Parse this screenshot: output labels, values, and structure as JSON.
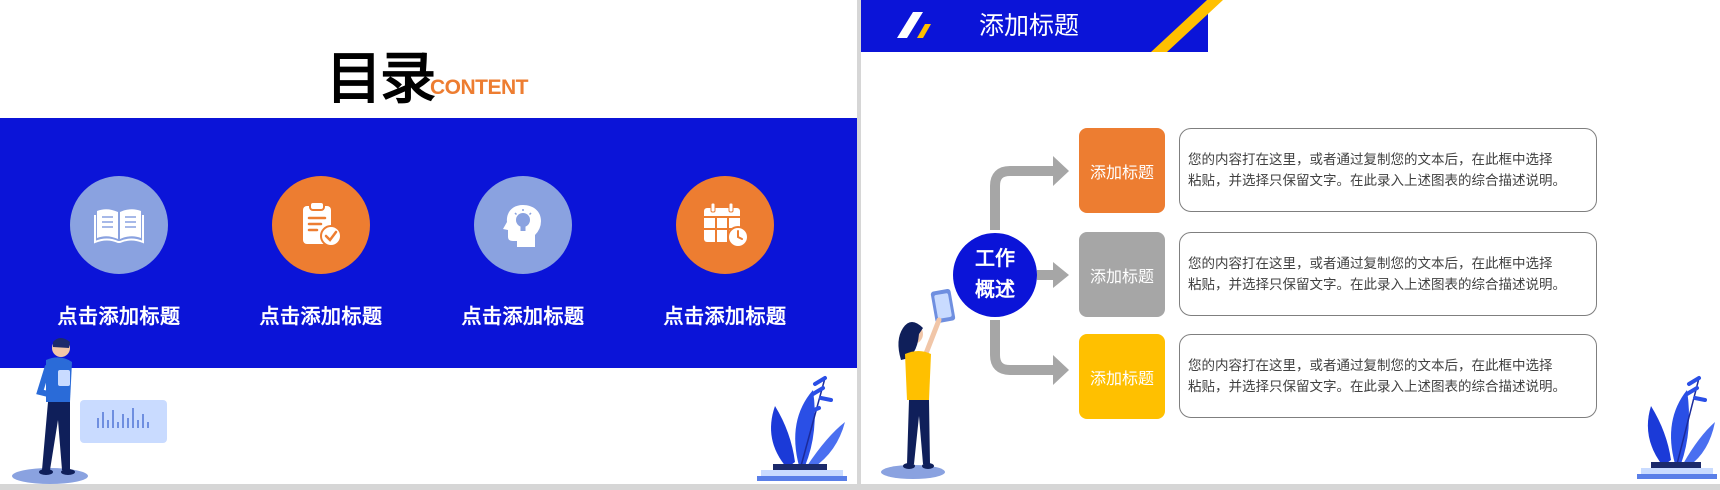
{
  "left_slide": {
    "title": "目录",
    "title_en": "CONTENT",
    "items": [
      {
        "label": "点击添加标题",
        "icon": "book-icon",
        "color": "#8aa2e0"
      },
      {
        "label": "点击添加标题",
        "icon": "clipboard-check-icon",
        "color": "#ed7d31"
      },
      {
        "label": "点击添加标题",
        "icon": "head-idea-icon",
        "color": "#8aa2e0"
      },
      {
        "label": "点击添加标题",
        "icon": "calendar-clock-icon",
        "color": "#ed7d31"
      }
    ]
  },
  "right_slide": {
    "header_title": "添加标题",
    "center_label_line1": "工作",
    "center_label_line2": "概述",
    "rows": [
      {
        "tag": "添加标题",
        "tag_color": "#ed7d31",
        "line1": "您的内容打在这里，或者通过复制您的文本后，在此框中选择",
        "line2": "粘贴，并选择只保留文字。在此录入上述图表的综合描述说明。"
      },
      {
        "tag": "添加标题",
        "tag_color": "#a6a6a6",
        "line1": "您的内容打在这里，或者通过复制您的文本后，在此框中选择",
        "line2": "粘贴，并选择只保留文字。在此录入上述图表的综合描述说明。"
      },
      {
        "tag": "添加标题",
        "tag_color": "#ffc000",
        "line1": "您的内容打在这里，或者通过复制您的文本后，在此框中选择",
        "line2": "粘贴，并选择只保留文字。在此录入上述图表的综合描述说明。"
      }
    ]
  },
  "colors": {
    "brand_blue": "#0b14d8",
    "accent_orange": "#ed7d31",
    "accent_yellow": "#ffc000",
    "light_blue": "#8aa2e0"
  }
}
